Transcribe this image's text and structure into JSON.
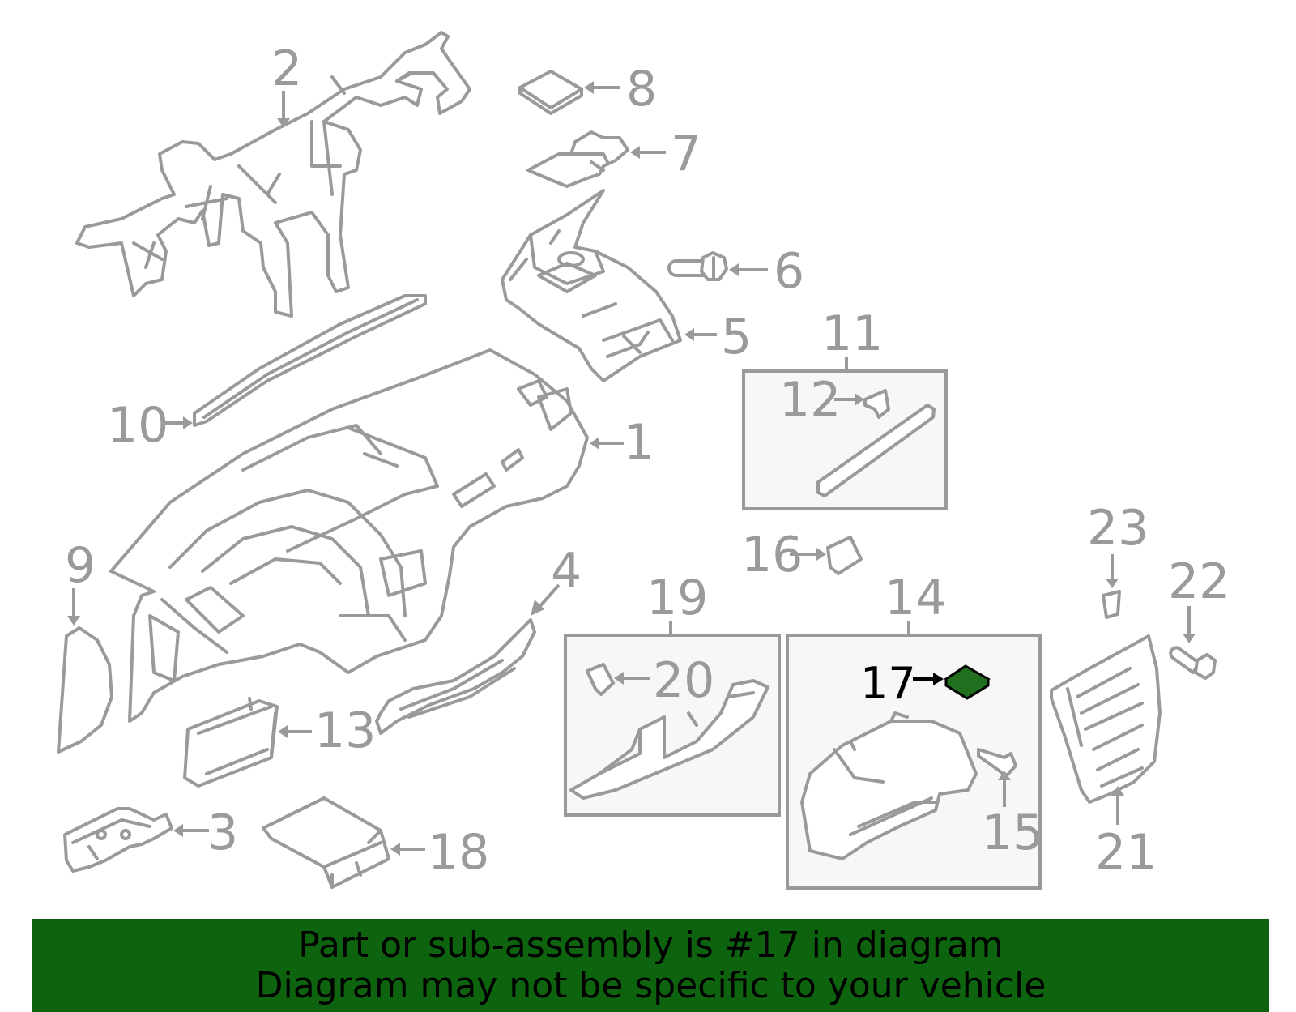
{
  "callouts": {
    "c1": "1",
    "c2": "2",
    "c3": "3",
    "c4": "4",
    "c5": "5",
    "c6": "6",
    "c7": "7",
    "c8": "8",
    "c9": "9",
    "c10": "10",
    "c11": "11",
    "c12": "12",
    "c13": "13",
    "c14": "14",
    "c15": "15",
    "c16": "16",
    "c17": "17",
    "c18": "18",
    "c19": "19",
    "c20": "20",
    "c21": "21",
    "c22": "22",
    "c23": "23"
  },
  "highlight": {
    "part": "17",
    "color": "#1f6f1f"
  },
  "banner": {
    "line1": "Part or sub-assembly is #17 in diagram",
    "line2": "Diagram may not be specific to your vehicle",
    "background": "#0e640e"
  }
}
